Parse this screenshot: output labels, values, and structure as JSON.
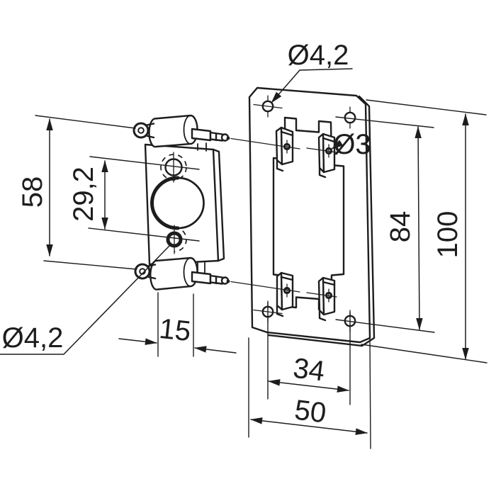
{
  "drawing": {
    "colors": {
      "ink": "#1d1d1d",
      "background": "#ffffff"
    },
    "labels": {
      "plate_corner_hole_dia": "Ø4,2",
      "tab_hole_dia": "Ø3",
      "plate_hole_spacing_vertical": "84",
      "plate_height": "100",
      "plate_hole_spacing_horizontal": "34",
      "plate_width": "50",
      "connector_lug_spacing": "58",
      "connector_hole_spacing": "29,2",
      "coil_length": "15",
      "connector_hole_dia": "Ø4,2"
    }
  }
}
